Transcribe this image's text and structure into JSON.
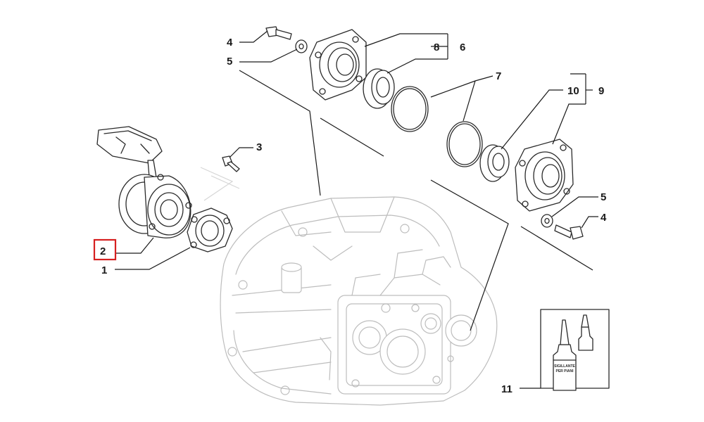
{
  "callouts": {
    "c1": "1",
    "c2": "2",
    "c3": "3",
    "c4a": "4",
    "c4b": "4",
    "c5a": "5",
    "c5b": "5",
    "c6": "6",
    "c7": "7",
    "c8": "8",
    "c9": "9",
    "c10": "10",
    "c11": "11"
  },
  "bottle_label": {
    "line1": "SIGILLANTE",
    "line2": "PER PIANI"
  },
  "highlight": {
    "selected_callout": "2",
    "color": "#d62020"
  }
}
